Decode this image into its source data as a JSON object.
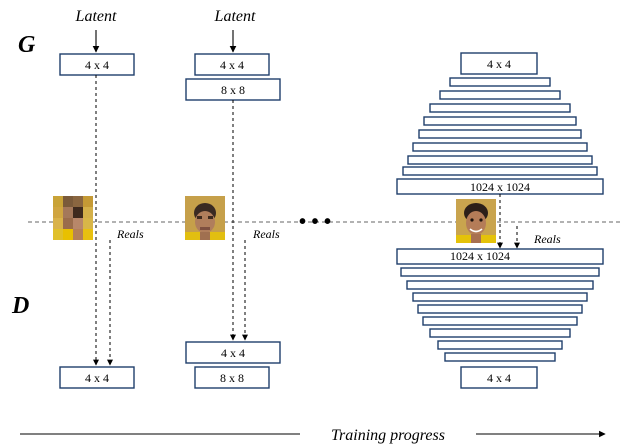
{
  "labels": {
    "generator": "G",
    "discriminator": "D",
    "latent": "Latent",
    "reals": "Reals",
    "ellipsis": "• • •",
    "training_progress": "Training progress"
  },
  "stages": [
    {
      "generator_blocks": [
        "4 x 4"
      ],
      "discriminator_blocks": [
        "4 x 4"
      ]
    },
    {
      "generator_blocks": [
        "4 x 4",
        "8 x 8"
      ],
      "discriminator_blocks": [
        "4 x 4",
        "8 x 8"
      ]
    },
    {
      "generator_blocks": [
        "4 x 4",
        "1024 x 1024"
      ],
      "discriminator_blocks": [
        "1024 x 1024",
        "4 x 4"
      ]
    }
  ],
  "image_resolutions": [
    "4 x 4",
    "8 x 8",
    "1024 x 1024"
  ],
  "colors": {
    "box_border": "#1f3e6b",
    "skin": "#c98b5c",
    "background_yellow": "#d9b24a",
    "shirt_yellow": "#e8c000"
  }
}
